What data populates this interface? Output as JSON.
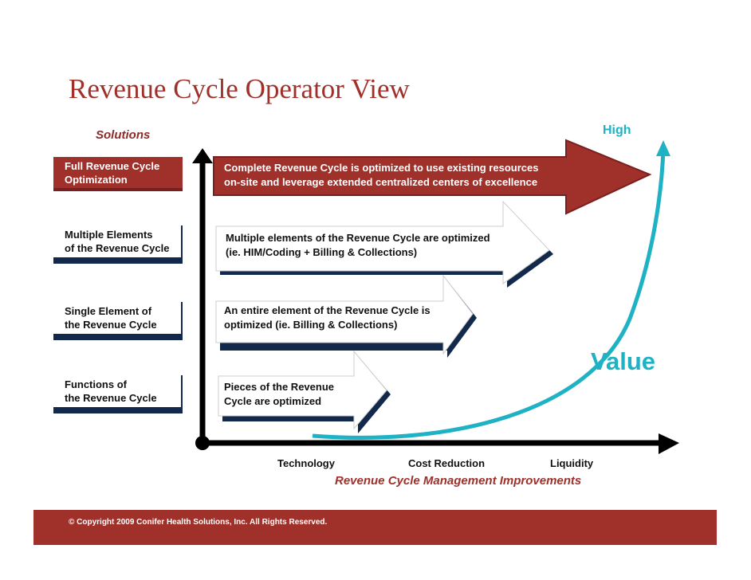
{
  "title": "Revenue Cycle Operator View",
  "y_axis_header": "Solutions",
  "high_label": "High",
  "value_label": "Value",
  "solutions": [
    {
      "label": "Full Revenue Cycle\nOptimization",
      "description": "Complete Revenue Cycle is optimized to use existing resources\non-site and leverage extended centralized centers of excellence"
    },
    {
      "label": "Multiple Elements\nof the Revenue Cycle",
      "description": "Multiple elements of the Revenue Cycle are optimized\n(ie. HIM/Coding + Billing & Collections)"
    },
    {
      "label": "Single Element of\nthe Revenue Cycle",
      "description": "An entire element of the Revenue Cycle is\noptimized (ie. Billing & Collections)"
    },
    {
      "label": "Functions of\nthe Revenue Cycle",
      "description": "Pieces of the Revenue\nCycle are optimized"
    }
  ],
  "x_axis": {
    "ticks": [
      "Technology",
      "Cost Reduction",
      "Liquidity"
    ],
    "title": "Revenue Cycle Management Improvements"
  },
  "footer": "© Copyright 2009 Conifer Health Solutions, Inc. All Rights Reserved.",
  "colors": {
    "brand_red": "#a0302a",
    "navy": "#13294b",
    "teal": "#1fb1c4"
  }
}
